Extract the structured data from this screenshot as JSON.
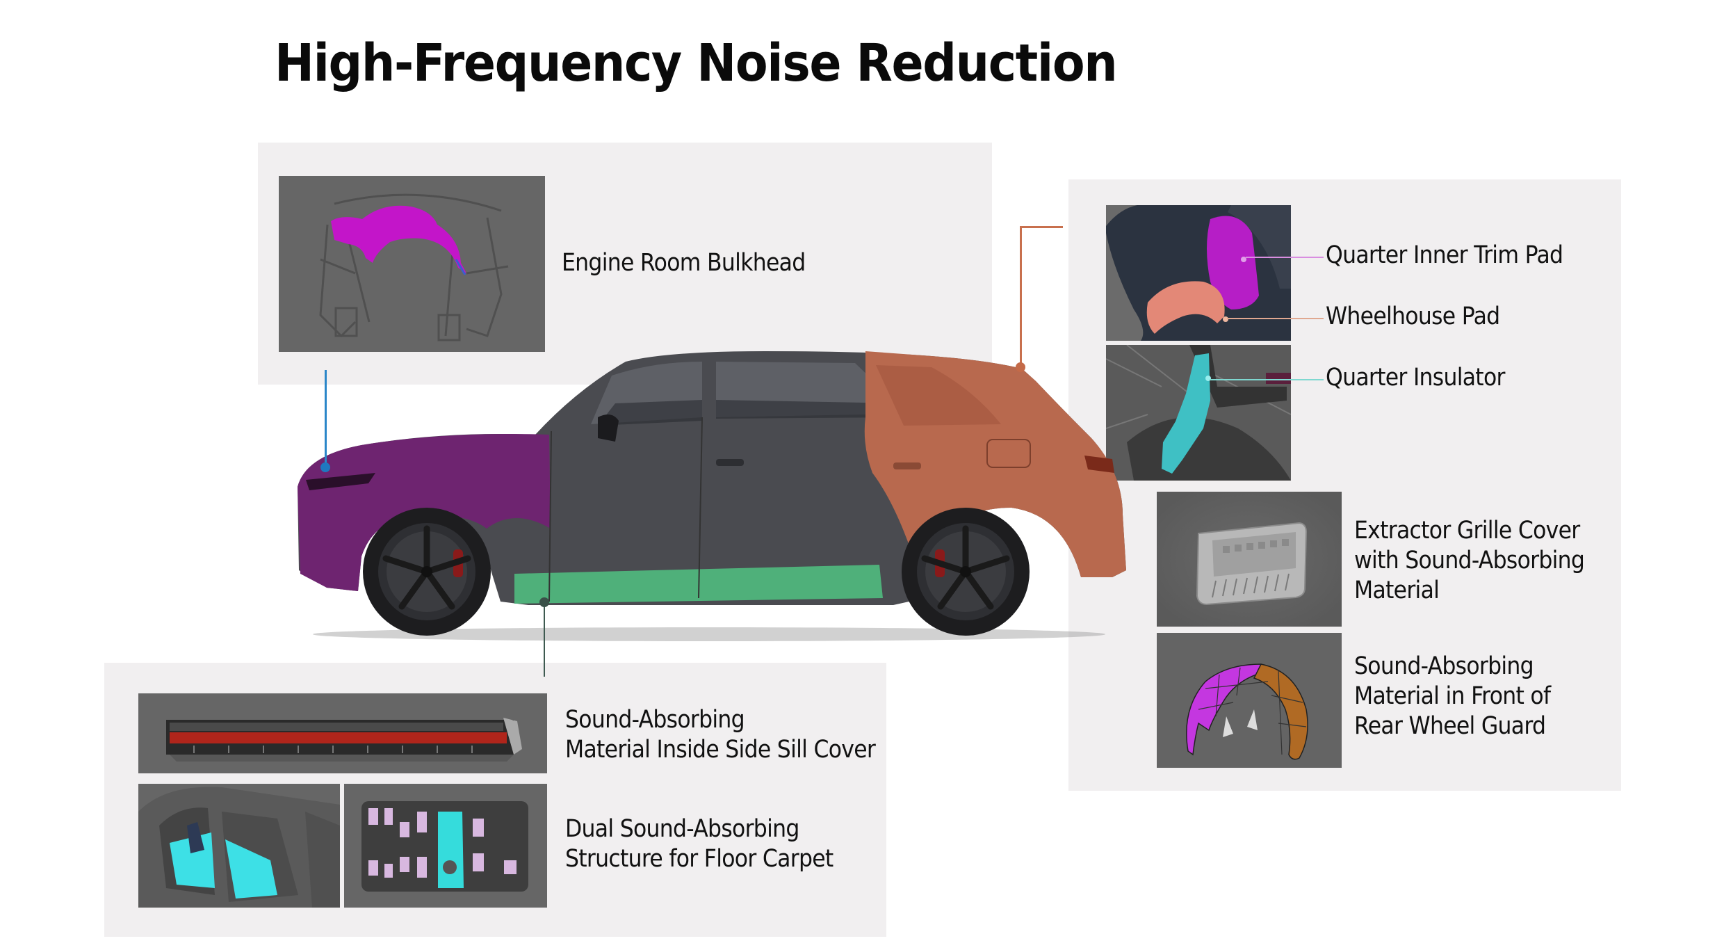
{
  "title": "High-Frequency Noise Reduction",
  "colors": {
    "panel_bg": "#f1eff0",
    "image_bg": "#666666",
    "front_zone": "#6e2470",
    "rear_zone": "#b8694e",
    "sill_zone": "#4fb07a",
    "body": "#4a4b50",
    "leader_front": "#2a86c8",
    "leader_rear": "#c8704e",
    "leader_sill": "#3e5a50",
    "quarter_trim_line": "#d98ee0",
    "wheelhouse_line": "#e0a890",
    "insulator_line": "#7fd8d0"
  },
  "panels": {
    "front": {
      "items": [
        {
          "label": "Engine Room Bulkhead",
          "image": "engine-room-bulkhead-render"
        }
      ]
    },
    "rear": {
      "items": [
        {
          "label": "Quarter Inner Trim Pad",
          "image": "quarter-inner-trim-pad-render"
        },
        {
          "label": "Wheelhouse Pad",
          "image": "wheelhouse-pad-render"
        },
        {
          "label": "Quarter Insulator",
          "image": "quarter-insulator-render"
        },
        {
          "label_lines": [
            "Extractor Grille Cover",
            "with Sound-Absorbing",
            "Material"
          ],
          "image": "extractor-grille-cover-render"
        },
        {
          "label_lines": [
            "Sound-Absorbing",
            "Material in Front of",
            "Rear Wheel Guard"
          ],
          "image": "rear-wheel-guard-render"
        }
      ]
    },
    "bottom": {
      "items": [
        {
          "label_lines": [
            "Sound-Absorbing",
            "Material Inside Side Sill Cover"
          ],
          "image": "side-sill-cover-render"
        },
        {
          "label_lines": [
            "Dual Sound-Absorbing",
            "Structure for Floor Carpet"
          ],
          "images": [
            "floor-carpet-cabin-render",
            "floor-carpet-underbody-render"
          ]
        }
      ]
    }
  }
}
